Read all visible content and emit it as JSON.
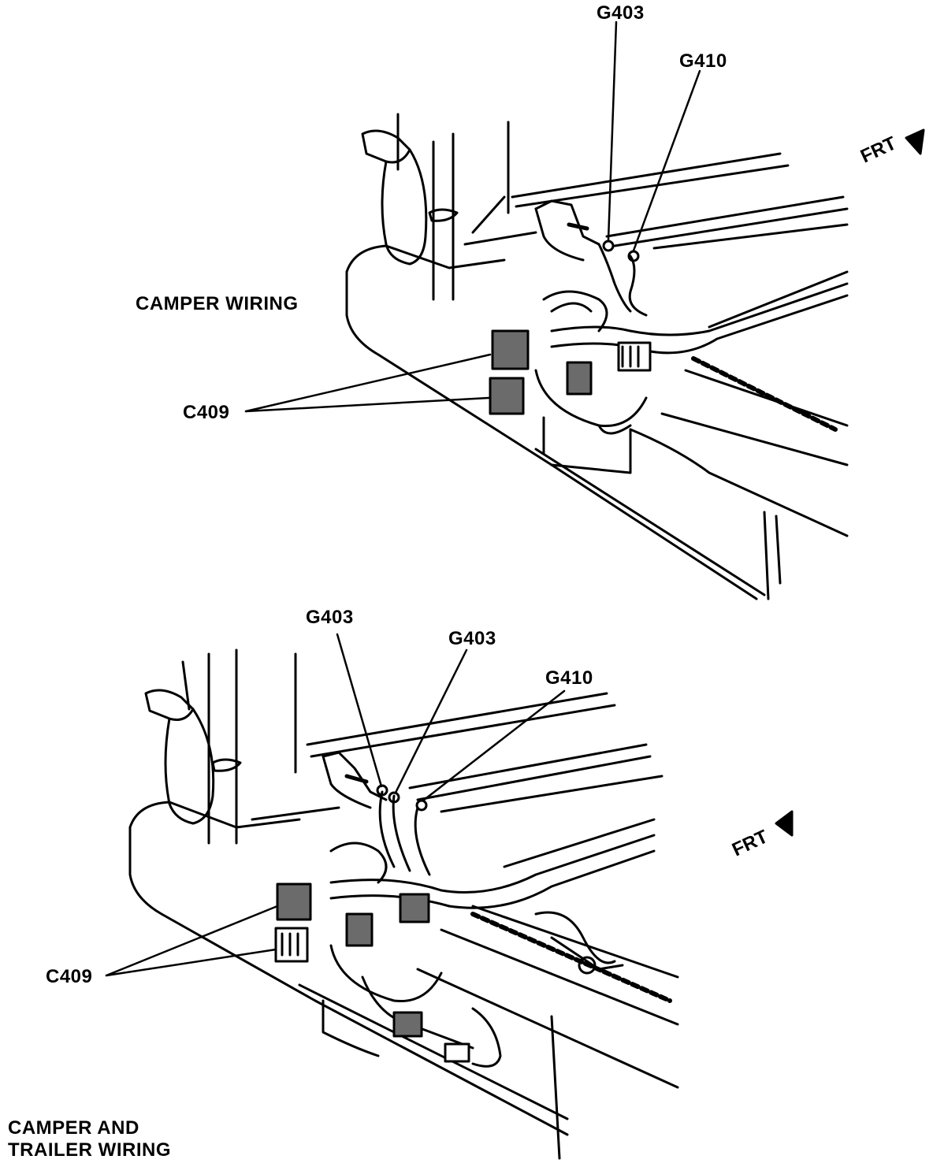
{
  "top_view": {
    "title": "CAMPER WIRING",
    "callouts": {
      "g403": "G403",
      "g410": "G410",
      "c409": "C409",
      "front": "FRT"
    }
  },
  "bottom_view": {
    "title_line1": "CAMPER AND",
    "title_line2": "TRAILER WIRING",
    "callouts": {
      "g403_a": "G403",
      "g403_b": "G403",
      "g410": "G410",
      "c409": "C409",
      "front": "FRT"
    }
  },
  "colors": {
    "ink": "#000000",
    "paper": "#ffffff",
    "connector_fill": "#6b6b6b"
  }
}
